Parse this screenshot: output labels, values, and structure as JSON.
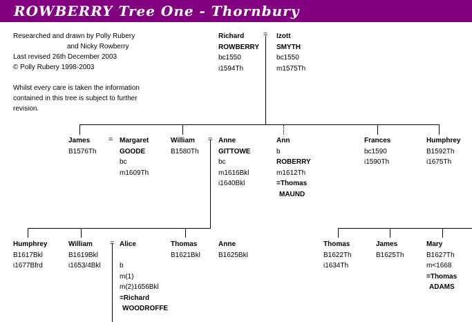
{
  "header": {
    "title": "ROWBERRY Tree One - Thornbury",
    "background": "#800080",
    "text_color": "#ffffff"
  },
  "info": {
    "line1": "Researched and drawn by Polly Rubery",
    "line2": "and Nicky Rowberry",
    "line3": "Last revised 26th December 2003",
    "line4": "© Polly Rubery 1998-2003",
    "note1": "Whilst every care is taken the information",
    "note2": "contained in this tree is subject to further",
    "note3": "revision."
  },
  "marriage_symbol": "=",
  "people": {
    "richard": [
      "Richard",
      "ROWBERRY",
      "bc1550",
      "i1594Th"
    ],
    "izott": [
      "Izott",
      "SMYTH",
      "bc1550",
      "m1575Th"
    ],
    "james1": [
      "James",
      "B1576Th"
    ],
    "margaret": [
      "Margaret",
      "GOODE",
      "bc",
      "m1609Th"
    ],
    "william1": [
      "William",
      "B1580Th"
    ],
    "anne1": [
      "Anne",
      "GITTOWE",
      "bc",
      "m1616Bkl",
      "i1640Bkl"
    ],
    "ann": [
      "Ann",
      "b",
      "ROBERRY",
      "m1612Th",
      "=Thomas",
      "MAUND"
    ],
    "frances": [
      "Frances",
      "bc1590",
      "i1590Th"
    ],
    "humphrey1": [
      "Humphrey",
      "B1592Th",
      "i1675Th"
    ],
    "humphrey2": [
      "Humphrey",
      "B1617Bkl",
      "i1677Bfrd"
    ],
    "william2": [
      "William",
      "B1619Bkl",
      "i1653/4Bkl"
    ],
    "alice": [
      "Alice",
      "",
      "b",
      "m(1)",
      "m(2)1656Bkl",
      "=Richard",
      "WOODROFFE"
    ],
    "thomas1": [
      "Thomas",
      "B1621Bkl"
    ],
    "anne2": [
      "Anne",
      "B1625Bkl"
    ],
    "thomas2": [
      "Thomas",
      "B1622Th",
      "i1634Th"
    ],
    "james2": [
      "James",
      "B1625Th"
    ],
    "mary": [
      "Mary",
      "B1627Th",
      "m<1668",
      "=Thomas",
      "ADAMS"
    ]
  }
}
